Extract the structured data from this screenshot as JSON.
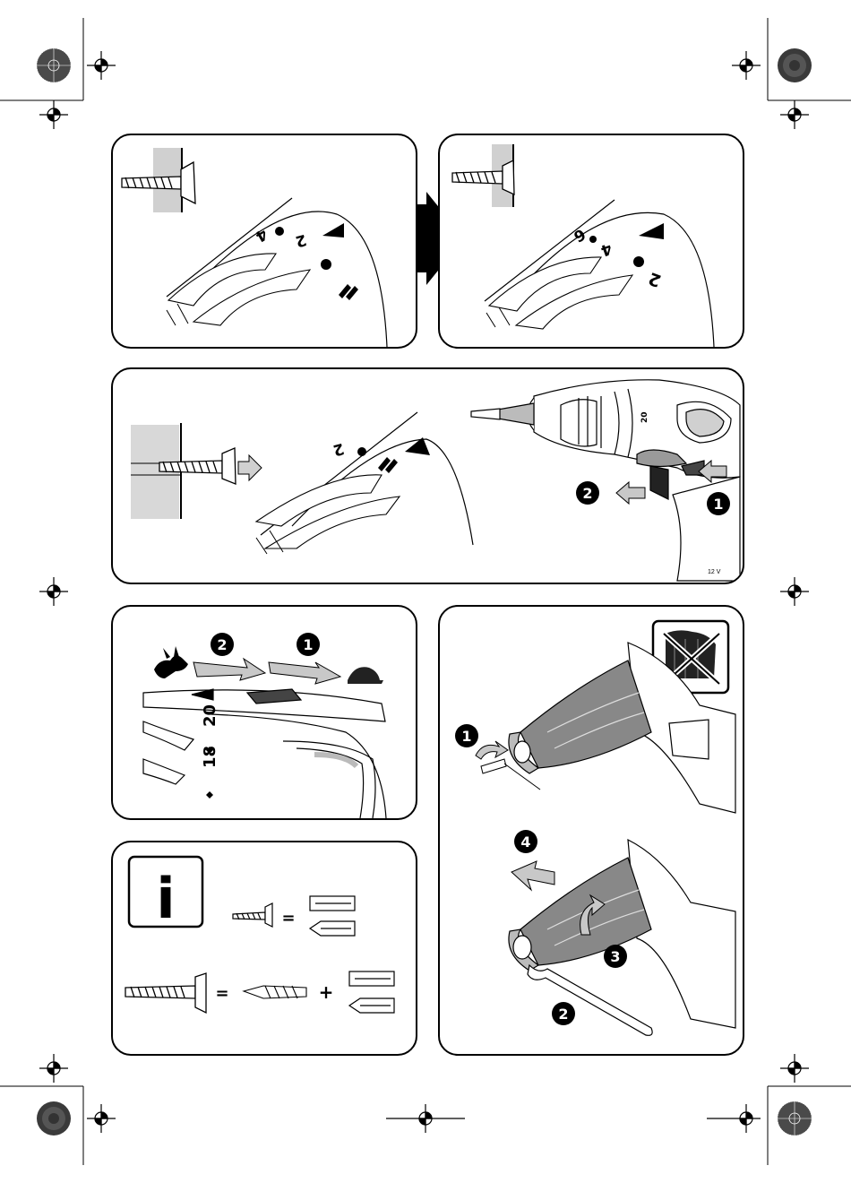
{
  "panel_top_left": {
    "dial_labels": [
      "4",
      "2"
    ]
  },
  "panel_top_right": {
    "dial_labels": [
      "6",
      "4",
      "2"
    ]
  },
  "panel_middle": {
    "dial_labels": [
      "2"
    ],
    "badges": [
      "2",
      "1"
    ],
    "drill_dial_label": "20",
    "voltage_label": "12 V"
  },
  "panel_speed": {
    "badges": [
      "2",
      "1"
    ],
    "dial_labels": [
      "20",
      "18"
    ]
  },
  "panel_info": {
    "info_glyph": "i",
    "equals_sign": "=",
    "plus_sign": "+"
  },
  "panel_chuck": {
    "badges": [
      "1",
      "4",
      "3",
      "2"
    ]
  },
  "colors": {
    "gray_light": "#d0d0d0",
    "gray_mid": "#9a9a9a",
    "dark": "#222222"
  }
}
